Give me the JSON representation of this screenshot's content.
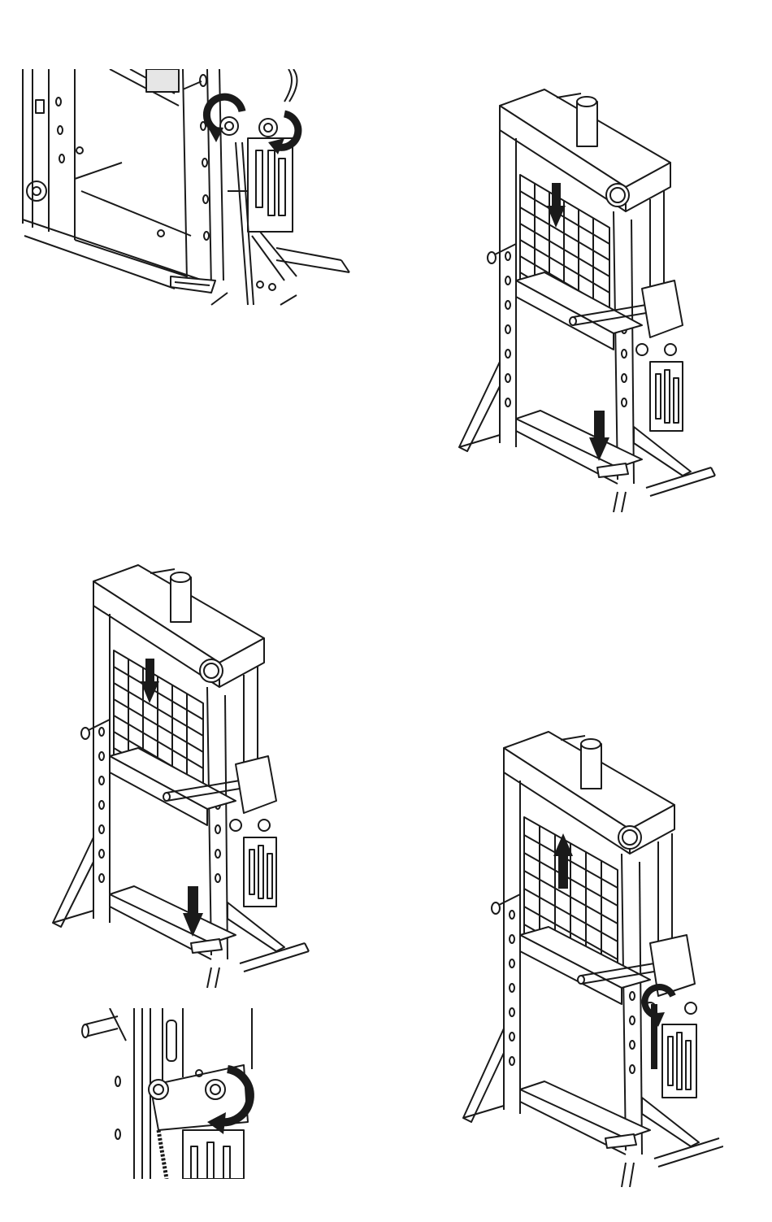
{
  "figure": {
    "colors": {
      "line": "#1a1a1a",
      "fill": "#ffffff",
      "arrow": "#1a1a1a",
      "shade": "#e6e6e6"
    },
    "panels": [
      {
        "id": "detail-top",
        "view": "closeup",
        "icons": [
          "rotate-ccw-arrow-icon",
          "rotate-cw-arrow-icon"
        ]
      },
      {
        "id": "press-tr",
        "view": "press",
        "icons": [
          "arrow-down-icon",
          "arrow-down-icon"
        ]
      },
      {
        "id": "press-ml",
        "view": "press",
        "icons": [
          "arrow-down-icon",
          "arrow-down-icon"
        ]
      },
      {
        "id": "press-br",
        "view": "press",
        "icons": [
          "arrow-up-icon",
          "rotate-arrow-icon"
        ]
      },
      {
        "id": "detail-bot",
        "view": "closeup",
        "icons": [
          "rotate-cw-arrow-icon"
        ]
      }
    ]
  }
}
